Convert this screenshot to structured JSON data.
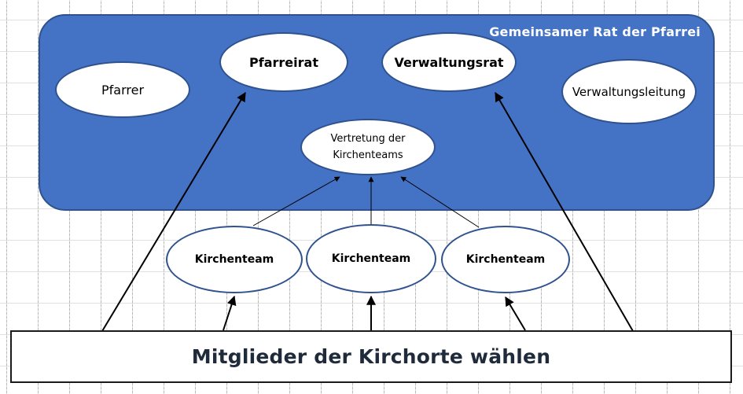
{
  "council": {
    "title": "Gemeinsamer Rat der Pfarrei",
    "color": "#4472c4",
    "border_color": "#2f528f"
  },
  "bodies": {
    "pfarrer": "Pfarrer",
    "pfarreirat": "Pfarreirat",
    "verwaltungsrat": "Verwaltungsrat",
    "verwaltungsleitung": "Verwaltungsleitung",
    "vertretung_line1": "Vertretung der",
    "vertretung_line2": "Kirchenteams"
  },
  "teams": [
    "Kirchenteam",
    "Kirchenteam",
    "Kirchenteam"
  ],
  "members": {
    "label": "Mitglieder der Kirchorte wählen"
  }
}
